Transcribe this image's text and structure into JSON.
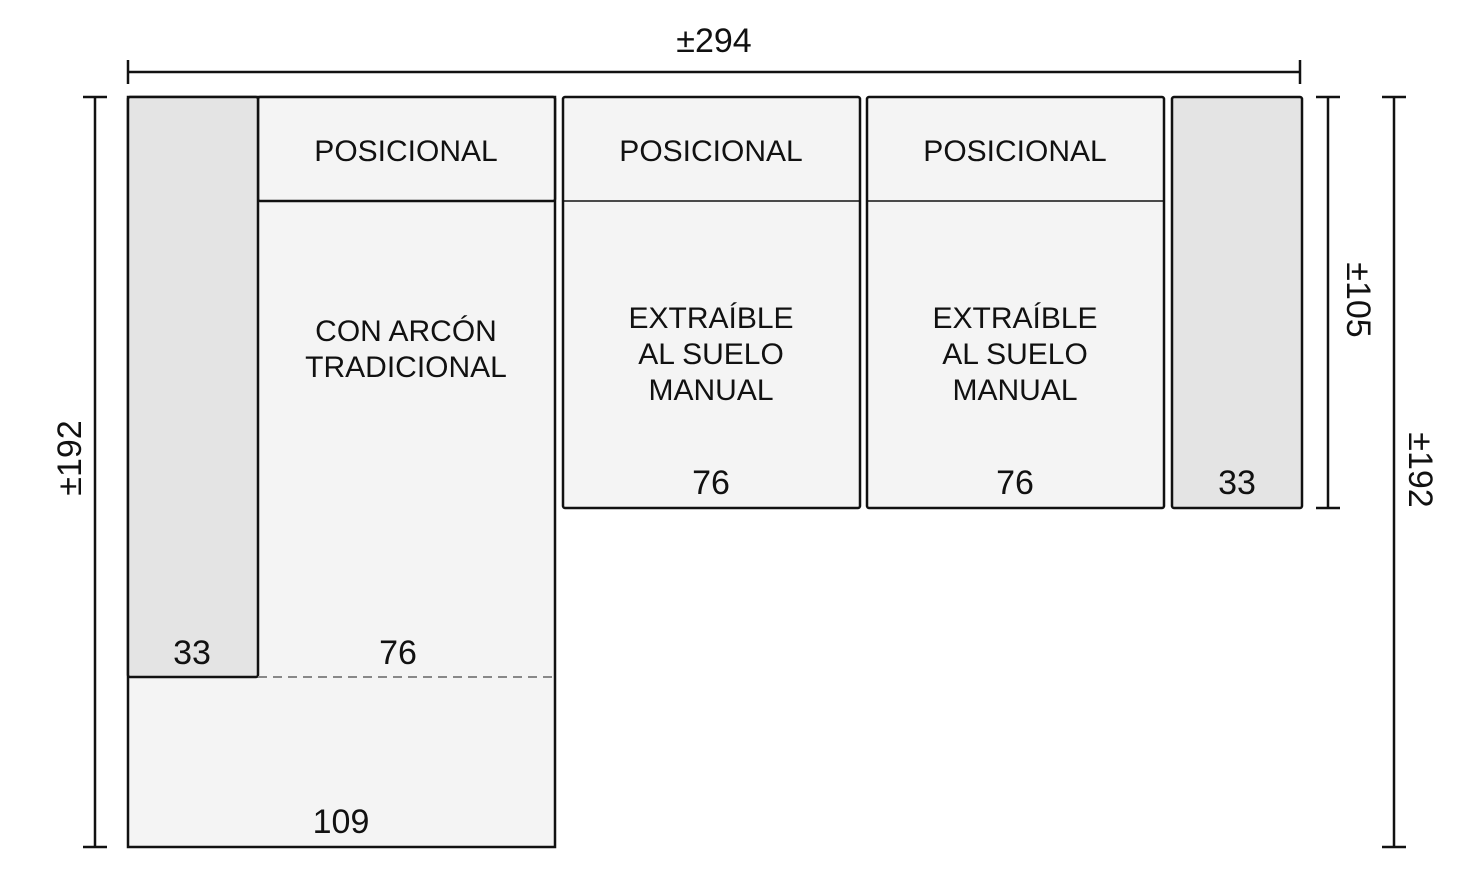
{
  "colors": {
    "stroke": "#111111",
    "module_fill": "#f4f4f4",
    "arm_fill": "#e4e4e4",
    "dash": "#888888"
  },
  "dimensions": {
    "total_width": "±294",
    "left_height": "±192",
    "right_back_height": "±105",
    "right_total_height": "±192"
  },
  "modules": {
    "left_arm": {
      "width": "33"
    },
    "corner": {
      "header": "POSICIONAL",
      "body_lines": [
        "CON ARCÓN",
        "TRADICIONAL"
      ],
      "seat_width": "76",
      "chaise_width": "109"
    },
    "middle_1": {
      "header": "POSICIONAL",
      "body_lines": [
        "EXTRAÍBLE",
        "AL SUELO",
        "MANUAL"
      ],
      "width": "76"
    },
    "middle_2": {
      "header": "POSICIONAL",
      "body_lines": [
        "EXTRAÍBLE",
        "AL SUELO",
        "MANUAL"
      ],
      "width": "76"
    },
    "right_arm": {
      "width": "33"
    }
  }
}
